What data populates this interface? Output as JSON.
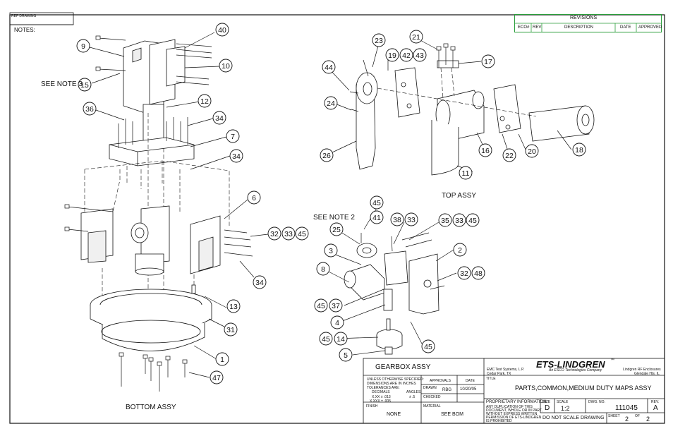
{
  "sheet": {
    "ref_drawing_label": "REF DRAWING",
    "notes_label": "NOTES:"
  },
  "revisions": {
    "title": "REVISIONS",
    "columns": [
      "ECO#",
      "REV",
      "DESCRIPTION",
      "DATE",
      "APPROVED"
    ]
  },
  "views": {
    "bottom": "BOTTOM ASSY",
    "top": "TOP ASSY",
    "gearbox": "GEARBOX ASSY"
  },
  "notes_callouts": {
    "note3": "SEE NOTE 3",
    "note2": "SEE NOTE 2"
  },
  "balloons": {
    "bottom": [
      "40",
      "9",
      "10",
      "15",
      "12",
      "36",
      "34",
      "7",
      "34",
      "6",
      "32",
      "33",
      "45",
      "34",
      "13",
      "31",
      "1",
      "47"
    ],
    "top": [
      "21",
      "23",
      "19",
      "42",
      "43",
      "17",
      "44",
      "24",
      "26",
      "16",
      "22",
      "20",
      "18",
      "11"
    ],
    "gearbox": [
      "45",
      "41",
      "38",
      "33",
      "35",
      "33",
      "45",
      "25",
      "2",
      "3",
      "32",
      "48",
      "8",
      "45",
      "37",
      "4",
      "45",
      "14",
      "5",
      "45"
    ]
  },
  "title_block": {
    "company_left_line1": "EMC Test Systems, L.P.",
    "company_left_line2": "Cedar Park, TX",
    "logo_text": "ETS-LINDGREN",
    "tm": "™",
    "tagline": "An ESCO Technologies Company",
    "company_right_line1": "Lindgren RF Enclosures",
    "company_right_line2": "Glendale Hts. IL",
    "title_label": "TITLE",
    "title": "PARTS,COMMON,MEDIUM DUTY MAPS ASSY",
    "tolerance_note_1": "UNLESS OTHERWISE SPECIFIED:",
    "tolerance_note_2": "DIMENSIONS ARE IN INCHES",
    "tolerance_note_3": "TOLERANCES ARE:",
    "decimals_label": "DECIMALS",
    "angles_label": "ANGLES",
    "xx_tol": "X.XX ±   .013",
    "xxx_tol": "X.XXX ±   .005",
    "angle_tol": "± .5",
    "approvals_label": "APPROVALS",
    "date_label": "DATE",
    "drawn_label": "DRAWN",
    "drawn_by": "RBG",
    "drawn_date": "10/20/05",
    "checked_label": "CHECKED",
    "finish_label": "FINISH",
    "finish": "NONE",
    "material_label": "MATERIAL",
    "material": "SEE BOM",
    "proprietary_title": "PROPRIETARY INFORMATION",
    "proprietary_1": "ANY DUPLICATION OF THIS",
    "proprietary_2": "DOCUMENT, WHOLE OR IN PART,",
    "proprietary_3": "WITHOUT EXPRESS WRITTEN",
    "proprietary_4": "PERMISSION OF ETS-LINDGREN",
    "proprietary_5": "IS PROHIBITED",
    "size_label": "SIZE",
    "size": "D",
    "scale_label": "SCALE",
    "scale": "1:2",
    "dwg_no_label": "DWG. NO.",
    "dwg_no": "111045",
    "rev_label": "REV.",
    "rev": "A",
    "do_not_scale": "DO NOT SCALE DRAWING",
    "sheet_label": "SHEET",
    "sheet_num": "2",
    "of_label": "OF",
    "sheet_total": "2"
  }
}
